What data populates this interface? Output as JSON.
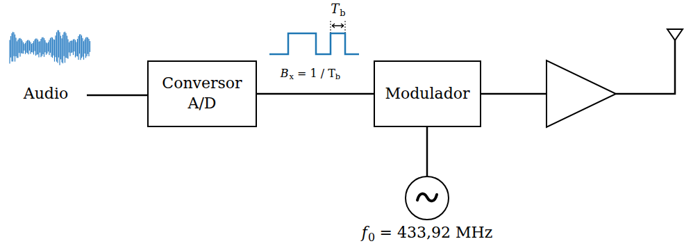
{
  "diagram": {
    "nodes": [
      {
        "text": [
          "Conversor A/D"
        ]
      },
      {
        "text": [
          "Modulador"
        ]
      }
    ],
    "edges": [
      {
        "from": 0,
        "to": 1,
        "arrow": "none"
      }
    ],
    "labels": [
      "Audio",
      "T",
      "b",
      "B",
      "x",
      "= 1 / T",
      "b",
      "f",
      "0",
      "= 433,92 MHz"
    ]
  }
}
